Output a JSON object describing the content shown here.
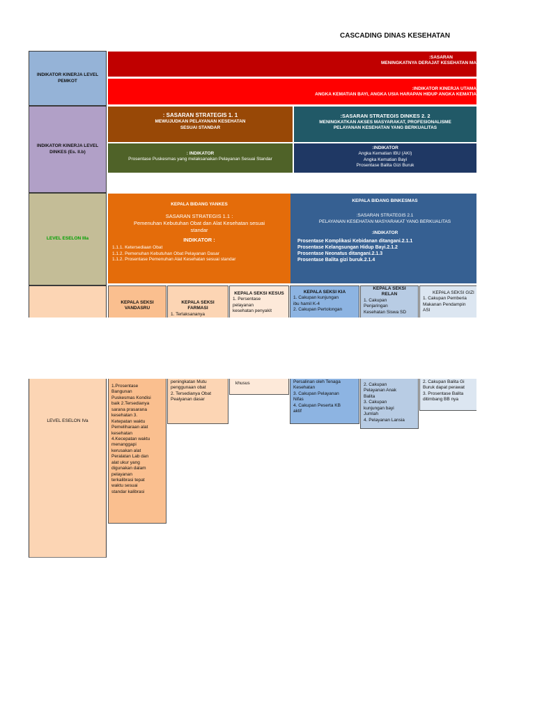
{
  "title": "CASCADING DINAS KESEHATAN",
  "row_labels": {
    "pemkot": "INDIKATOR KINERJA LEVEL PEMKOT",
    "dinkes": "INDIKATOR KINERJA LEVEL DINKES (Es. II.b)",
    "eselon3": "LEVEL ESELON IIIa",
    "eselon4": "LEVEL ESELON IVa"
  },
  "pemkot": {
    "sasaran": [
      ":SASARAN",
      "MENINGKATNYA DERAJAT KESEHATAN MA"
    ],
    "indikator": [
      ":INDIKATOR KINERJA UTAMA",
      "ANGKA KEMATIAN BAYI, ANGKA USIA HARAPAN HIDUP ANGKA KEMATIA"
    ]
  },
  "dinkes": {
    "ss1": [
      ": SASARAN STRATEGIS 1. 1",
      "MEWUJUDKAN PELAYANAN KESEHATAN",
      "SESUAI STANDAR"
    ],
    "ss2": [
      ":SASARAN STRATEGIS DINKES 2. 2",
      "MENINGKATKAN AKSES MASYARAKAT, PROFESIONALISME",
      "PELAYANAN KESEHATAN YANG BERKUALITAS"
    ],
    "ind1": [
      ": INDIKATOR",
      "Prosentase Puskesmas yang melaksanakan Pelayanan Sesuai Standar"
    ],
    "ind2": [
      ":INDIKATOR",
      "Angka Kematian IBU (AKI)",
      "Angka Kematian Bayi",
      "Prosentase Balita Gizi Buruk"
    ]
  },
  "eselon3": {
    "yankes": {
      "head": "KEPALA BIDANG YANKES",
      "ss": [
        "SASARAN STRATEGIS 1.1 :",
        "Pemenuhan Kebutuhan Obat dan Alat Kesehatan sesuai",
        "standar"
      ],
      "ind_title": "INDIKATOR :",
      "ind": [
        "1.1.1. Ketersediaan Obat",
        "1.1.2. Pemenuhan Kebutuhan Obat Pelayanan Dasar",
        "1.1.2. Prosentase Pemenuhan Alat Kesehatan sesuai standar"
      ]
    },
    "binkesmas": {
      "head": "KEPALA BIDANG BINKESMAS",
      "ss": [
        ":SASARAN STRATEGIS 2.1",
        "PELAYANAN KESEHATAN MASYARAKAT YANG BERKUALITAS"
      ],
      "ind_title": ":INDIKATOR",
      "ind": [
        "Prosentase  Komplikasi Kebidanan ditangani.2.1.1",
        "Prosentase Kelangsungan Hidup Bayi.2.1.2",
        " Prosentase Neonatus ditangani.2.1.3",
        "Prosentase Balita gizi buruk.2.1.4"
      ]
    }
  },
  "eselon4": {
    "vandasru": {
      "head": [
        "KEPALA SEKSI",
        "VANDASRU"
      ],
      "lower": [
        "1.Prosentase",
        "Bangunan",
        "Puskesmas Kondisi",
        "baik 2.Tersedianya",
        "sarana prasarana",
        "kesehatan 3.",
        "Ketepatan waktu",
        "Pemeliharaan alat",
        "kesehatan",
        "4.Kecepatan waktu",
        "menanggapi",
        "kerusakan alat",
        "Peralatan Lab dan",
        "alat ukur yang",
        "digunakan dalam",
        "pelayanan",
        "terkalibrasi tepat",
        "waktu sesuai",
        "standar kalibrasi"
      ]
    },
    "farmasi": {
      "head": [
        "KEPALA SEKSI",
        "FARMASI"
      ],
      "upper": "1. Terlaksananya",
      "lower": [
        "peningkatan Mutu",
        "penggunaan obat",
        "2. Tersedianya Obat",
        "Pealyanan dasar"
      ]
    },
    "kesus": {
      "head": "KEPALA SEKSI KESUS",
      "upper": [
        "1. Persentase",
        "pelayanan",
        "kesehatan penyakit"
      ],
      "lower": "khusus"
    },
    "kia": {
      "head": "KEPALA SEKSI KIA",
      "upper": [
        "1. Cakupan kunjungan",
        "ibu hamil K-4",
        "2. Cakupan Pertolongan"
      ],
      "lower": [
        "Persalinan oleh Tenaga",
        "Kesehatan",
        "3. Cakupan Pelayanan",
        "Nifas",
        "4. Cakupan Peserta KB",
        "aktif"
      ]
    },
    "relan": {
      "head": [
        "KEPALA SEKSI",
        "RELAN"
      ],
      "upper": [
        "1. Cakupan",
        "Penjaringan",
        "Kesehatan Siswa SD"
      ],
      "lower": [
        "2. Cakupan",
        "Pelayanan Anak",
        "Balita",
        "3. Cakupan",
        "kunjungan bayi",
        "Jumlah",
        "4. Pelayanan Lansia"
      ]
    },
    "gizi": {
      "head": "KEPALA SEKSI GIZI",
      "upper": [
        "1. Cakupan Pemberia",
        "Makanan Pendampin",
        "ASI"
      ],
      "lower": [
        "2. Cakupan Balita Gi",
        "Buruk dapat perawat",
        "3. Prosentase Balita",
        "ditimbang BB nya"
      ]
    }
  },
  "colors": {
    "red_dark": "#c00000",
    "red": "#ff0000",
    "brown": "#984806",
    "teal": "#215967",
    "green": "#4f6228",
    "navy": "#1f3864",
    "orange": "#e46c0a",
    "steel": "#366092",
    "lbl_blue": "#95b3d7",
    "lbl_purple": "#b1a0c7",
    "lbl_tan": "#c4bd97",
    "lbl_peach": "#fcd5b4"
  }
}
